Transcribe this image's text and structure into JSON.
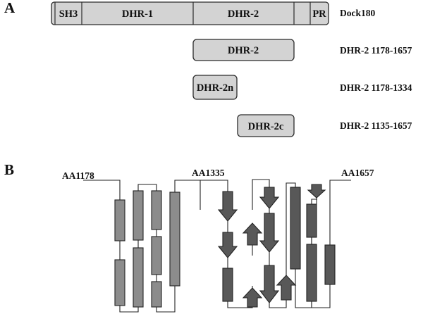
{
  "panel_a": {
    "label": "A",
    "full_protein": {
      "name": "Dock180",
      "domains": [
        "SH3",
        "DHR-1",
        "DHR-2",
        "PR"
      ]
    },
    "constructs": [
      {
        "box_label": "DHR-2",
        "range_label": "DHR-2 1178-1657"
      },
      {
        "box_label": "DHR-2n",
        "range_label": "DHR-2 1178-1334"
      },
      {
        "box_label": "DHR-2c",
        "range_label": "DHR-2 1135-1657"
      }
    ]
  },
  "panel_b": {
    "label": "B",
    "residue_markers": [
      "AA1178",
      "AA1335",
      "AA1657"
    ]
  },
  "colors": {
    "box_fill": "#d3d3d3",
    "helix_light": "#8c8c8c",
    "helix_dark": "#585858",
    "outline": "#222222"
  }
}
